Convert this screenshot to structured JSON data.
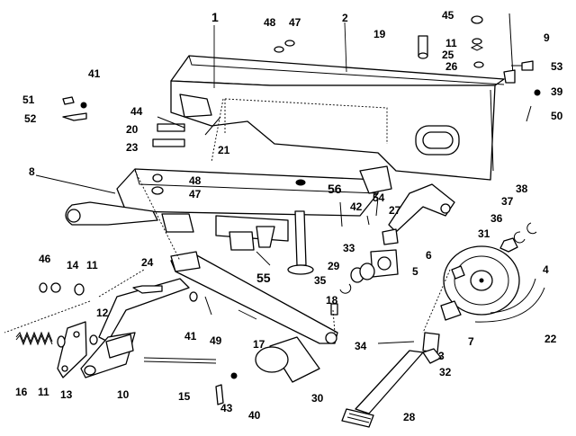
{
  "labels": {
    "p1": "1",
    "p2": "2",
    "p3": "3",
    "p4": "4",
    "p5": "5",
    "p6": "6",
    "p7": "7",
    "p8": "8",
    "p9": "9",
    "p10": "10",
    "p11a": "11",
    "p11b": "11",
    "p11c": "11",
    "p12": "12",
    "p13": "13",
    "p14": "14",
    "p15": "15",
    "p16": "16",
    "p17": "17",
    "p18": "18",
    "p19": "19",
    "p20": "20",
    "p21": "21",
    "p22": "22",
    "p23": "23",
    "p24": "24",
    "p25": "25",
    "p26": "26",
    "p27": "27",
    "p28": "28",
    "p29": "29",
    "p30": "30",
    "p31": "31",
    "p32": "32",
    "p33": "33",
    "p34": "34",
    "p35": "35",
    "p36": "36",
    "p37": "37",
    "p38": "38",
    "p39": "39",
    "p40": "40",
    "p41a": "41",
    "p41b": "41",
    "p42": "42",
    "p43": "43",
    "p44": "44",
    "p45": "45",
    "p46": "46",
    "p47a": "47",
    "p47b": "47",
    "p48a": "48",
    "p48b": "48",
    "p49": "49",
    "p50": "50",
    "p51": "51",
    "p52": "52",
    "p53": "53",
    "p54": "54",
    "p55": "55",
    "p56": "56"
  }
}
